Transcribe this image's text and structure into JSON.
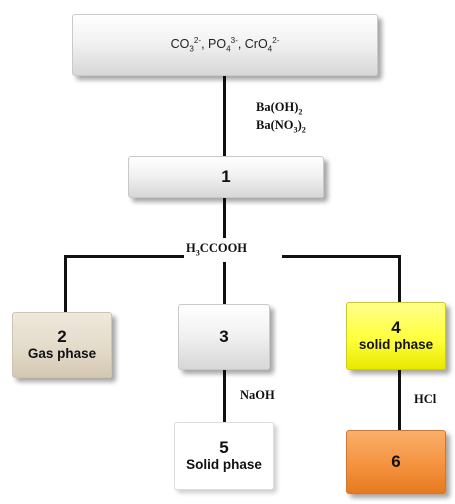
{
  "top_box": {
    "ions": [
      "CO",
      "3",
      "2-",
      ", PO",
      "4",
      "3-",
      ", CrO",
      "4",
      "2-"
    ]
  },
  "reagents_1": {
    "line1_main": "Ba(OH)",
    "line1_sub": "2",
    "line2_main": "Ba(NO",
    "line2_sub": "3",
    "line2_end": ")",
    "line2_sub2": "2"
  },
  "box1": {
    "label": "1"
  },
  "acid": {
    "pre": "H",
    "sub": "3",
    "post": "CCOOH"
  },
  "box2": {
    "number": "2",
    "label": "Gas phase"
  },
  "box3": {
    "number": "3"
  },
  "box4": {
    "number": "4",
    "label": "solid phase"
  },
  "reagent_naoh": "NaOH",
  "reagent_hcl": "HCl",
  "box5": {
    "number": "5",
    "label": "Solid phase"
  },
  "box6": {
    "number": "6"
  },
  "colors": {
    "grey_box": "#e6e6e6",
    "beige_box": "#e2d9c8",
    "yellow_box": "#ffff3c",
    "orange_box": "#f5923e",
    "line": "#111111"
  }
}
